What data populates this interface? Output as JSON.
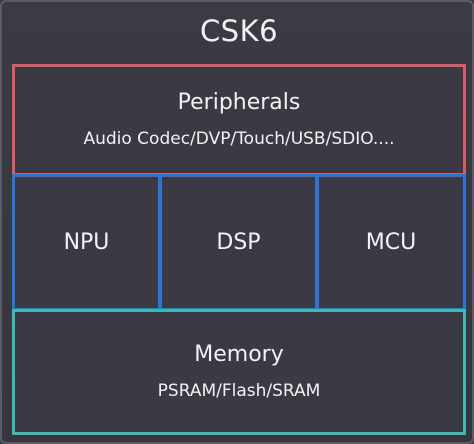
{
  "chip": {
    "title": "CSK6"
  },
  "blocks": {
    "peripherals": {
      "title": "Peripherals",
      "subtitle": "Audio Codec/DVP/Touch/USB/SDIO...."
    },
    "npu": {
      "label": "NPU"
    },
    "dsp": {
      "label": "DSP"
    },
    "mcu": {
      "label": "MCU"
    },
    "memory": {
      "title": "Memory",
      "subtitle": "PSRAM/Flash/SRAM"
    }
  },
  "colors": {
    "background": "#3a3a44",
    "peripherals_border": "#d75c66",
    "processing_border": "#2d74d3",
    "memory_border": "#3fb9b4",
    "text": "#f2f2f2"
  }
}
